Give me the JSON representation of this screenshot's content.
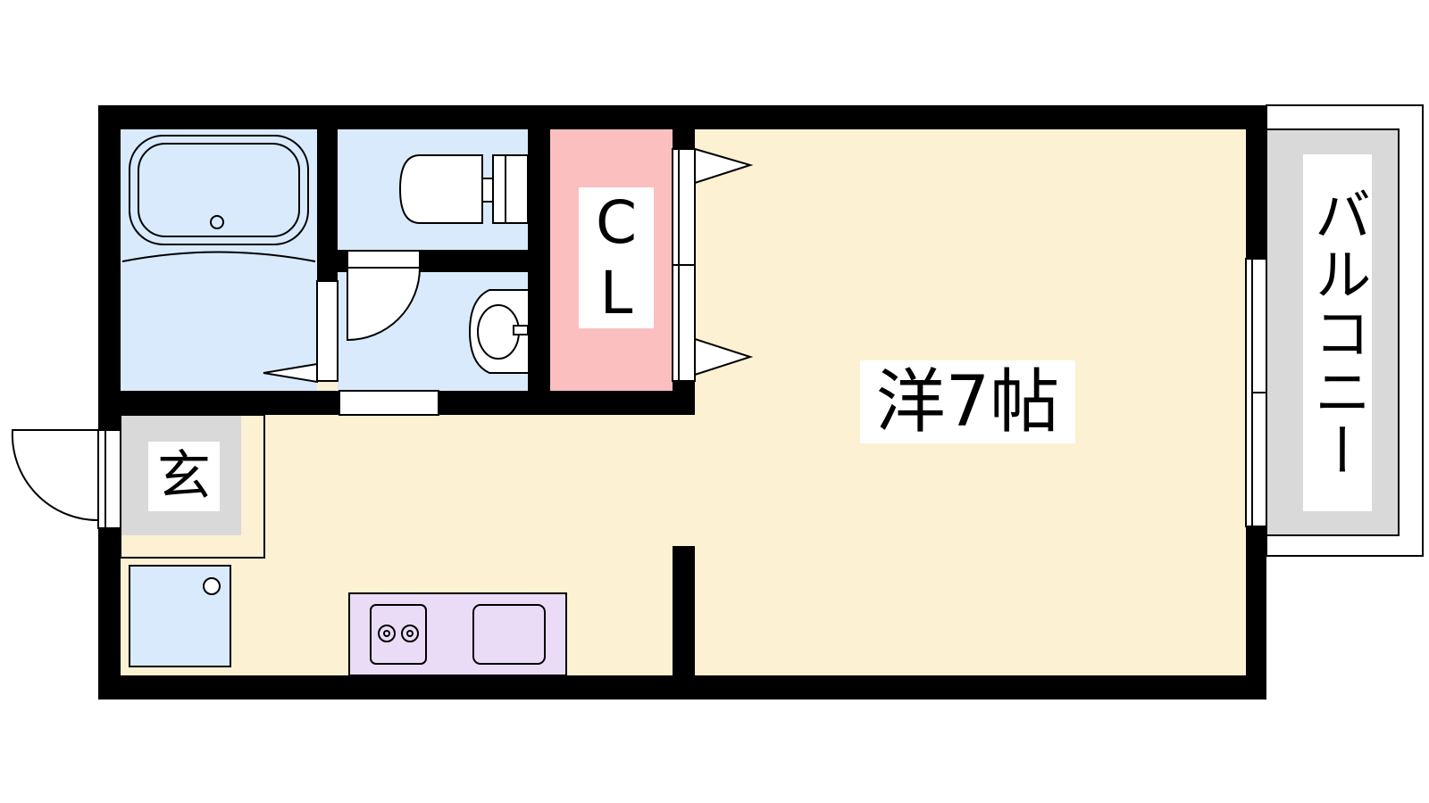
{
  "labels": {
    "closet_line1": "C",
    "closet_line2": "L",
    "western_room": "洋7帖",
    "entrance": "玄",
    "balcony": "バルコニー"
  },
  "colors": {
    "wall": "#000000",
    "room_floor": "#fdf1d3",
    "wet_area": "#d9eafc",
    "closet": "#fbbfc0",
    "entrance": "#d9d9d9",
    "balcony": "#d9d9d9",
    "kitchen": "#eadcf6"
  },
  "icons": [
    "bathtub-icon",
    "toilet-icon",
    "washbasin-icon",
    "stove-burner-icon",
    "sink-icon",
    "washing-machine-pan-icon",
    "swing-door-icon",
    "sliding-window-icon"
  ]
}
